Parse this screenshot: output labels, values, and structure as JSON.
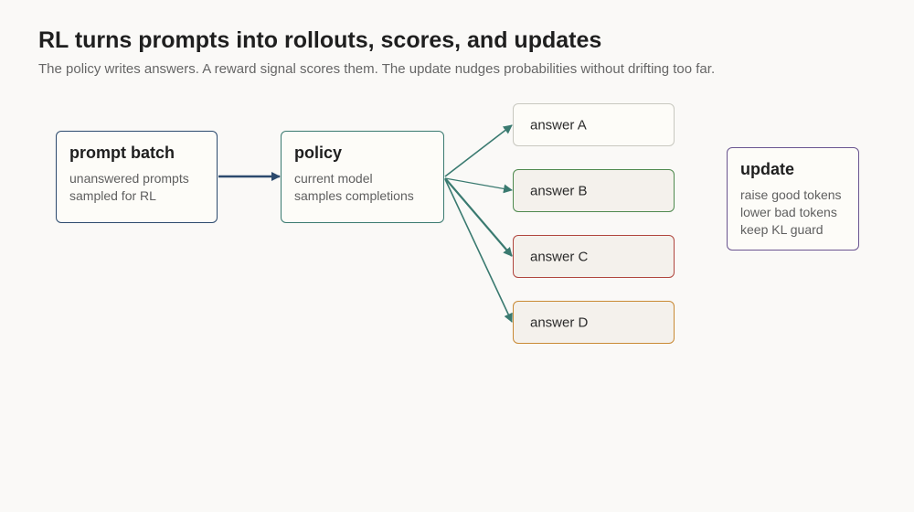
{
  "title": "RL turns prompts into rollouts, scores, and updates",
  "subtitle": "The policy writes answers. A reward signal scores them. The update nudges probabilities without drifting too far.",
  "colors": {
    "background": "#faf9f7",
    "prompt_border": "#2c4a6e",
    "policy_border": "#3a7a70",
    "update_border": "#6a5590",
    "flow_arrow": "#2c4a6e",
    "rollout_arrow": "#3a7a70"
  },
  "nodes": {
    "prompt": {
      "title": "prompt batch",
      "lines": [
        "unanswered prompts",
        "sampled for RL"
      ]
    },
    "policy": {
      "title": "policy",
      "lines": [
        "current model",
        "samples completions"
      ]
    },
    "update": {
      "title": "update",
      "lines": [
        "raise good tokens",
        "lower bad tokens",
        "keep KL guard"
      ]
    }
  },
  "answers": [
    {
      "label": "answer A",
      "border": "#c8c8c0",
      "fill": "#fdfcf8"
    },
    {
      "label": "answer B",
      "border": "#4f8a4f",
      "fill": "#f4f1ec"
    },
    {
      "label": "answer C",
      "border": "#b0463e",
      "fill": "#f4f1ec"
    },
    {
      "label": "answer D",
      "border": "#c98a35",
      "fill": "#f4f1ec"
    }
  ]
}
